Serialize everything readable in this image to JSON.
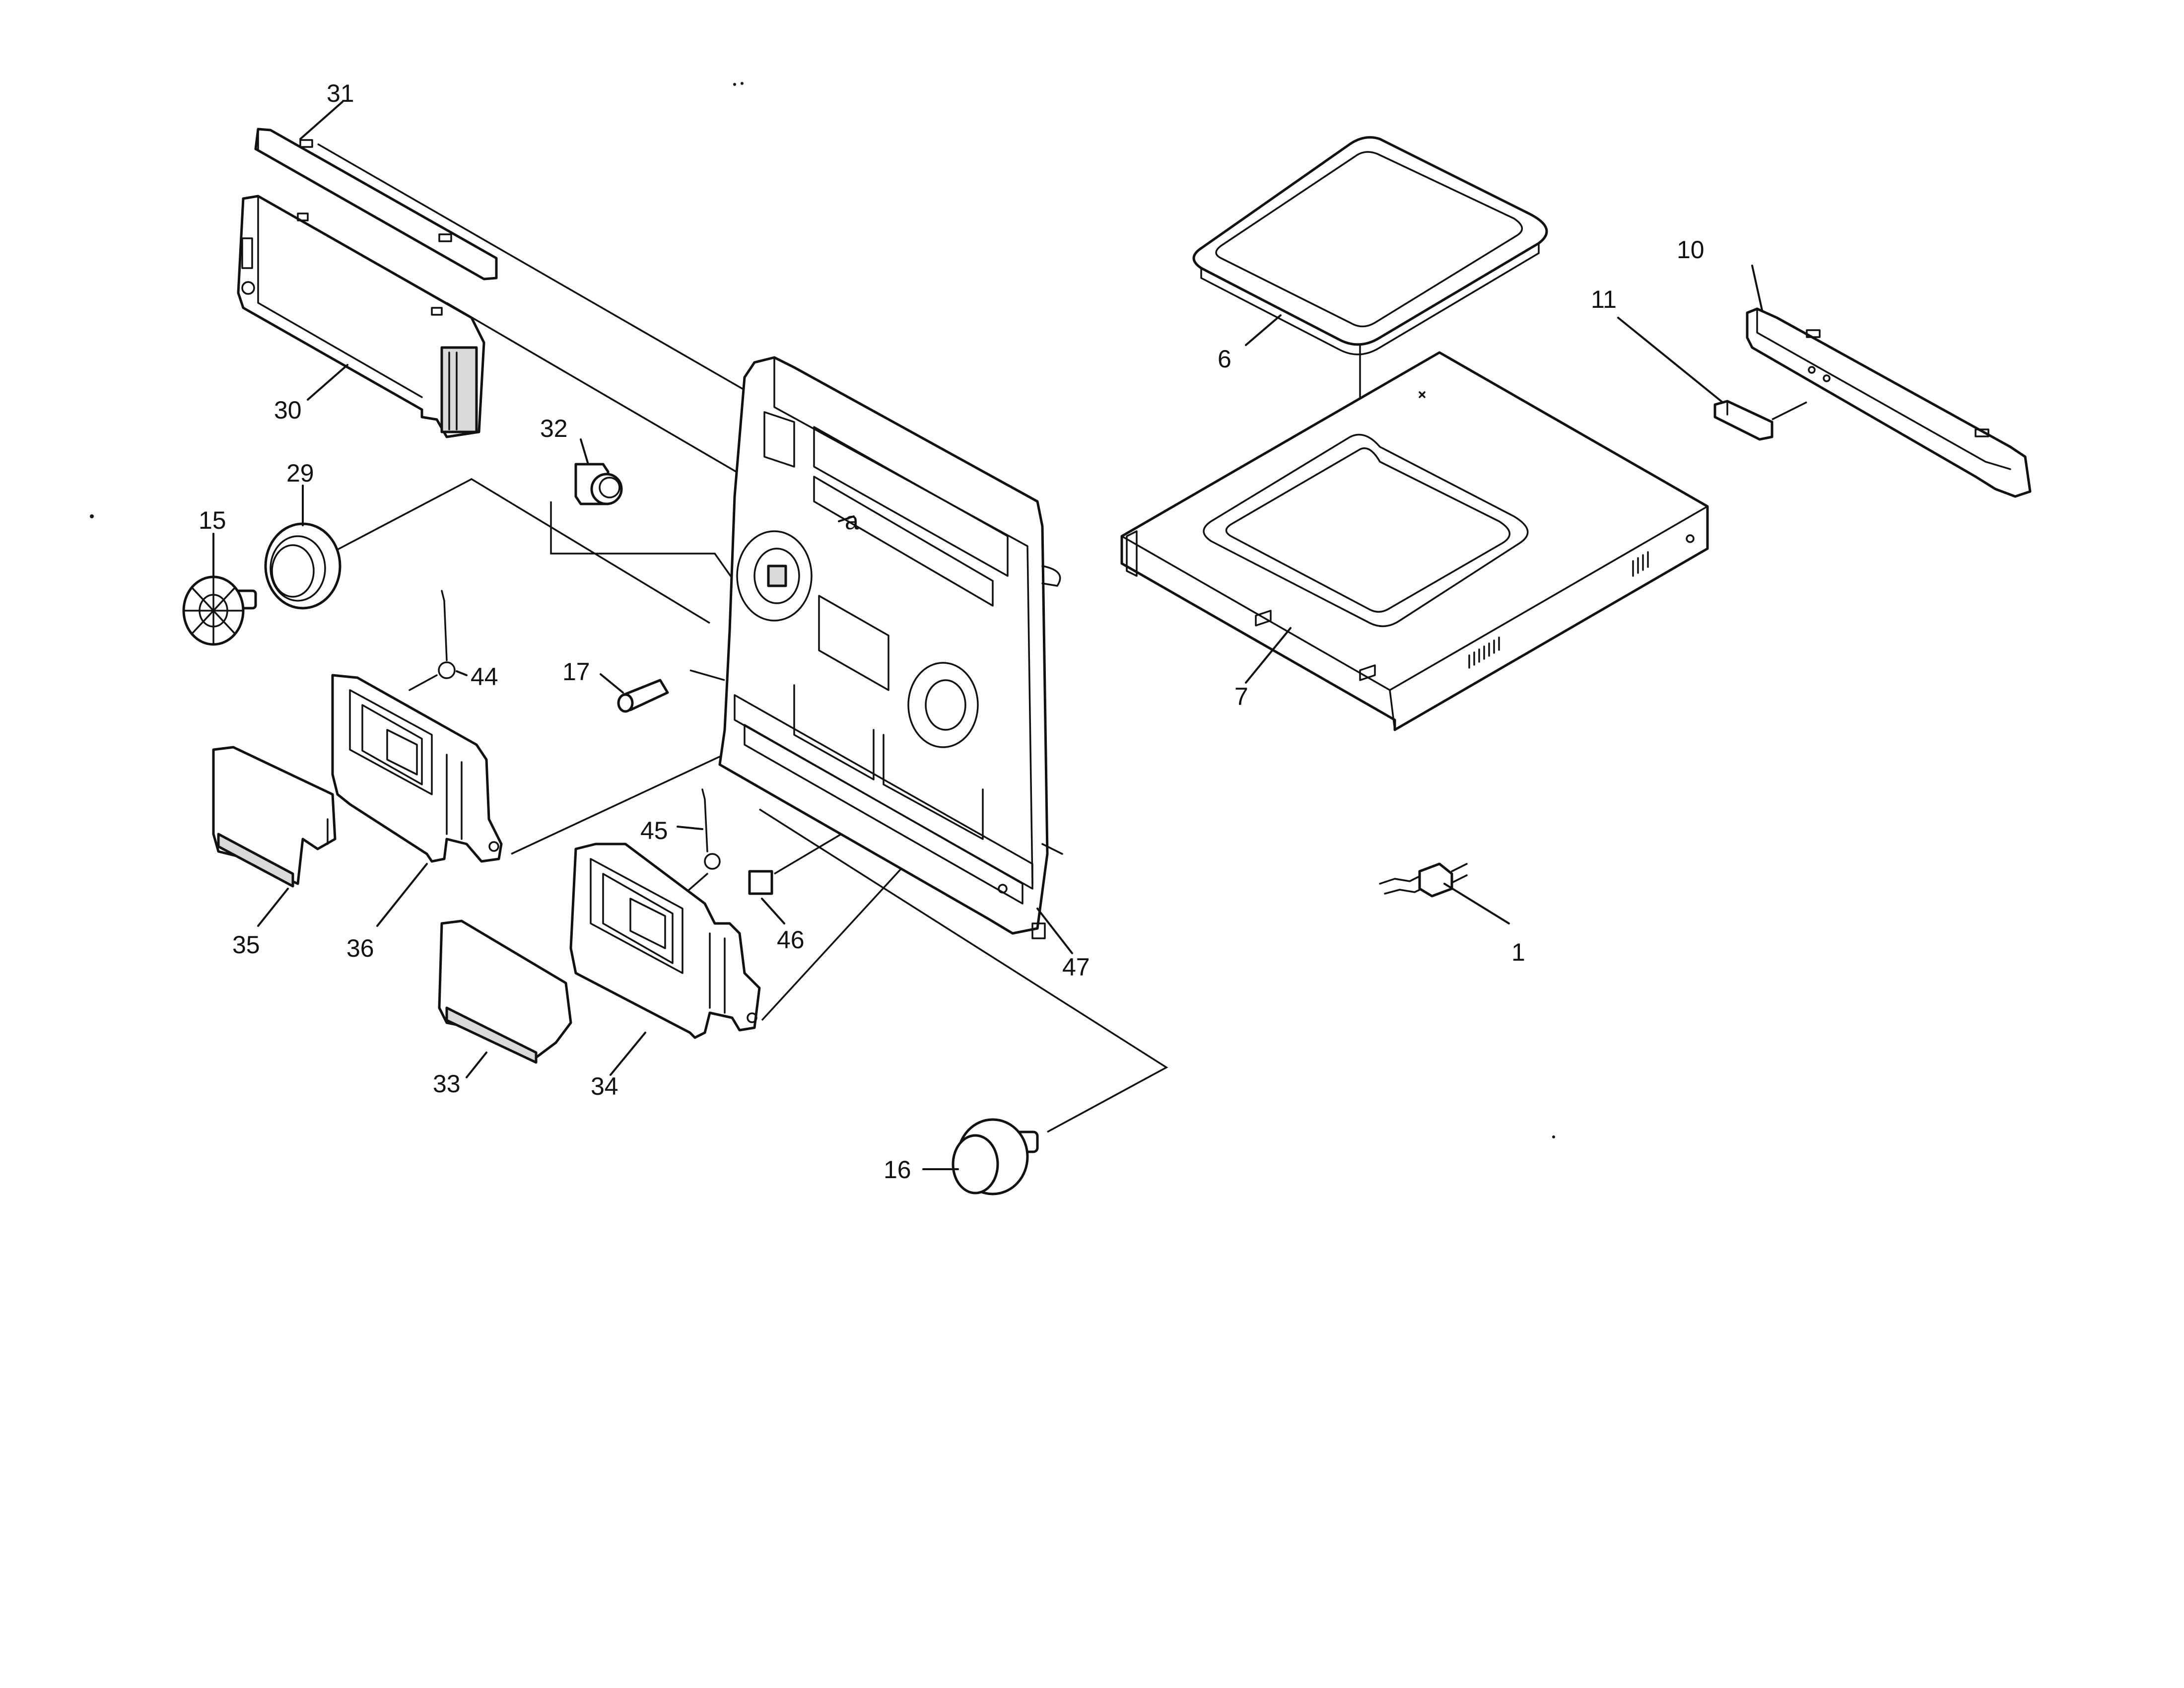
{
  "labels": {
    "p1": "1",
    "p6": "6",
    "p7": "7",
    "p10": "10",
    "p11": "11",
    "p15": "15",
    "p16": "16",
    "p17": "17",
    "p29": "29",
    "p30": "30",
    "p31": "31",
    "p32": "32",
    "p33": "33",
    "p34": "34",
    "p35": "35",
    "p36": "36",
    "p44": "44",
    "p45": "45",
    "p46": "46",
    "p47": "47",
    "a": "a"
  }
}
